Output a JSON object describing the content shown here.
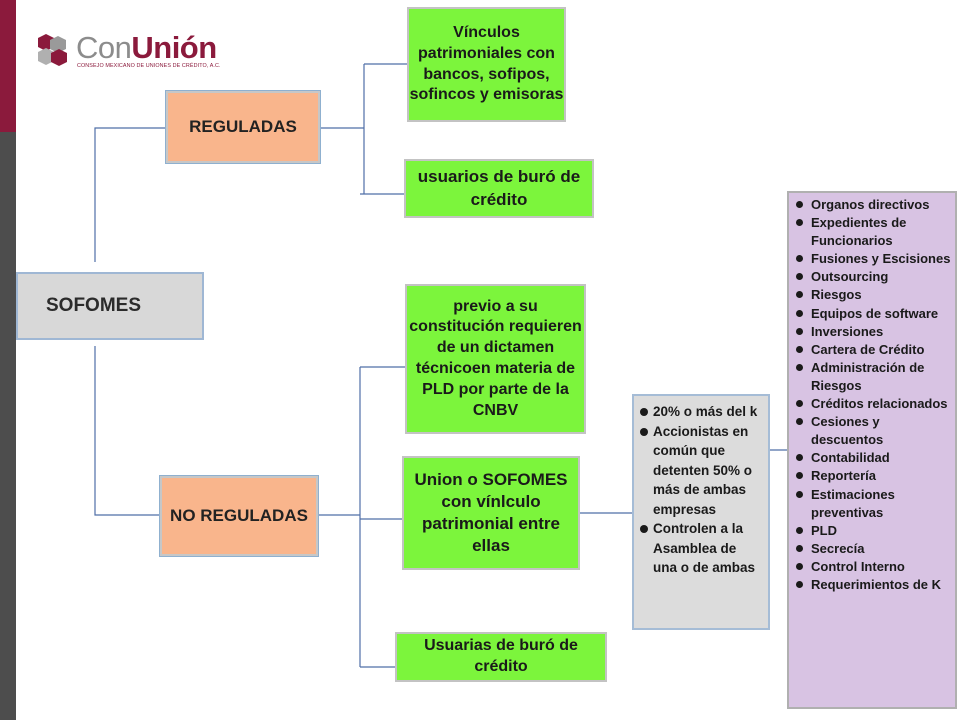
{
  "logo": {
    "brand_con": "Con",
    "brand_union": "Unión",
    "tagline": "CONSEJO MEXICANO DE UNIONES DE CRÉDITO, A.C."
  },
  "diagram": {
    "root": "SOFOMES",
    "reguladas": {
      "label": "REGULADAS",
      "children": [
        "Vínculos patrimoniales con bancos, sofipos, sofincos y emisoras",
        "usuarios de buró de crédito"
      ]
    },
    "no_reguladas": {
      "label": "NO REGULADAS",
      "children": [
        "previo a su constitución requieren de un dictamen técnicoen materia de PLD por parte de la CNBV",
        "Union o SOFOMES con vínlculo patrimonial entre ellas",
        "Usuarias de buró de crédito"
      ]
    },
    "vinculo_criteria": [
      "20% o más del k",
      "Accionistas en común que detenten 50% o más de ambas empresas",
      "Controlen a la Asamblea de una o de ambas"
    ],
    "requirements": [
      "Organos directivos",
      "Expedientes de Funcionarios",
      "Fusiones y Escisiones",
      "Outsourcing",
      "Riesgos",
      "Equipos de software",
      "Inversiones",
      "Cartera de Crédito",
      "Administración de Riesgos",
      "Créditos relacionados",
      "Cesiones y descuentos",
      "Contabilidad",
      "Reportería",
      "Estimaciones preventivas",
      "PLD",
      "Secrecía",
      "Control Interno",
      "Requerimientos de K"
    ]
  },
  "colors": {
    "brand_burgundy": "#8b1a3c",
    "node_green": "#7cf53c",
    "node_orange": "#f9b58c",
    "node_gray": "#d8d8d8",
    "node_purple": "#d8c3e3",
    "connector_blue": "#4f6fa8"
  }
}
